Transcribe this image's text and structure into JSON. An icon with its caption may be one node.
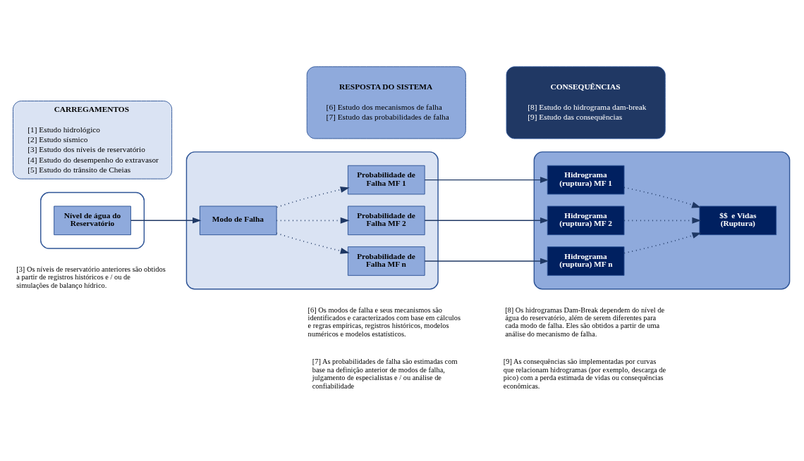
{
  "diagram": {
    "nodes": [
      {
        "text": [
          "CARREGAMENTOS",
          "[1] Estudo hidrológico",
          "[2] Estudo sísmico",
          "[3] Estudo dos níveis de reservatório",
          "[4] Estudo do desempenho do extravasor",
          "[5] Estudo do trânsito de Cheias"
        ]
      },
      {
        "text": [
          "RESPOSTA DO SISTEMA",
          "[6] Estudo dos mecanismos de falha",
          "[7] Estudo das probabilidades de falha"
        ]
      },
      {
        "text": [
          "CONSEQUÊNCIAS",
          "[8] Estudo do hidrograma dam-break",
          "[9] Estudo das consequências"
        ]
      },
      {
        "text": [],
        "shape": "box"
      },
      {
        "text": [
          "Nível de água do Reservatório"
        ],
        "in": 3
      },
      {
        "text": [],
        "shape": "box"
      },
      {
        "text": [
          "Modo de Falha"
        ],
        "in": 5
      },
      {
        "text": [
          "Probabilidade de Falha MF 1"
        ],
        "in": 5
      },
      {
        "text": [
          "Probabilidade de Falha MF 2"
        ],
        "in": 5
      },
      {
        "text": [
          "Probabilidade de Falha MF n"
        ],
        "in": 5
      },
      {
        "text": [],
        "shape": "box"
      },
      {
        "text": [
          "Hidrograma (ruptura) MF 1"
        ],
        "in": 10
      },
      {
        "text": [
          "Hidrograma (ruptura) MF 2"
        ],
        "in": 10
      },
      {
        "text": [
          "Hidrograma (ruptura) MF n"
        ],
        "in": 10
      },
      {
        "text": [
          "$$  e Vidas (Ruptura)"
        ],
        "in": 10
      }
    ],
    "edges": [
      {
        "from": 4,
        "to": 6,
        "arrow": "to"
      },
      {
        "from": 6,
        "to": 7,
        "arrow": "to",
        "style": "dashed"
      },
      {
        "from": 6,
        "to": 8,
        "arrow": "to",
        "style": "dashed"
      },
      {
        "from": 6,
        "to": 9,
        "arrow": "to",
        "style": "dashed"
      },
      {
        "from": 7,
        "to": 11,
        "arrow": "to"
      },
      {
        "from": 8,
        "to": 12,
        "arrow": "to"
      },
      {
        "from": 9,
        "to": 13,
        "arrow": "to"
      },
      {
        "from": 11,
        "to": 14,
        "arrow": "to",
        "style": "dashed"
      },
      {
        "from": 12,
        "to": 14,
        "arrow": "to",
        "style": "dashed"
      },
      {
        "from": 13,
        "to": 14,
        "arrow": "to",
        "style": "dashed"
      }
    ],
    "labels": [
      "[3] Os níveis de reservatório anteriores são obtidos a partir de registros históricos e / ou de simulações de balanço hídrico.",
      "[6] Os modos de falha e seus mecanismos são identificados e caracterizados com base em cálculos e regras empíricas, registros históricos, modelos numéricos e modelos estatísticos.",
      "[7] As probabilidades de falha são estimadas com base na definição anterior de modos de falha, julgamento de especialistas e / ou análise de confiabilidade",
      "[8] Os hidrogramas Dam-Break dependem do nível de água do reservatório, além de serem diferentes para cada modo de falha. Eles são obtidos a partir de uma análise do mecanismo de falha.",
      "[9] As consequências são implementadas por curvas que relacionam hidrogramas (por exemplo, descarga de pico) com a perda estimada de vidas ou consequências econômicas."
    ]
  }
}
